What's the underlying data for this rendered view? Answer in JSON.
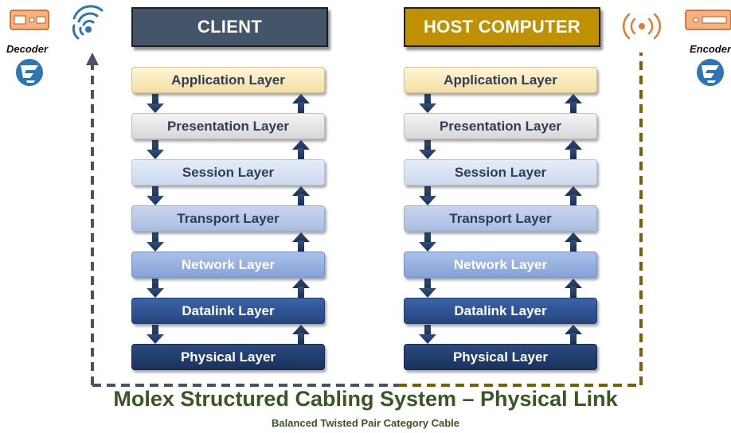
{
  "decoder": {
    "label": "Decoder"
  },
  "encoder": {
    "label": "Encoder"
  },
  "client": {
    "title": "CLIENT",
    "layers": [
      "Application Layer",
      "Presentation Layer",
      "Session Layer",
      "Transport Layer",
      "Network Layer",
      "Datalink Layer",
      "Physical Layer"
    ]
  },
  "host": {
    "title": "HOST COMPUTER",
    "layers": [
      "Application Layer",
      "Presentation Layer",
      "Session Layer",
      "Transport Layer",
      "Network Layer",
      "Datalink Layer",
      "Physical Layer"
    ]
  },
  "footer": {
    "title": "Molex Structured Cabling System – Physical Link",
    "subtitle": "Balanced Twisted Pair Category Cable"
  },
  "colors": {
    "client_banner": "#44546a",
    "host_banner": "#bf9000",
    "client_link": "#44546a",
    "host_link": "#7f6000",
    "footer_text": "#385723",
    "icon_orange": "#f4b183",
    "logo_blue": "#2e75b6"
  },
  "icons": {
    "decoder_device": "receiver-device-icon",
    "encoder_device": "receiver-device-icon",
    "decoder_logo": "brand-logo-icon",
    "encoder_logo": "brand-logo-icon",
    "client_signal": "wireless-signal-icon",
    "host_signal": "broadcast-signal-icon"
  }
}
